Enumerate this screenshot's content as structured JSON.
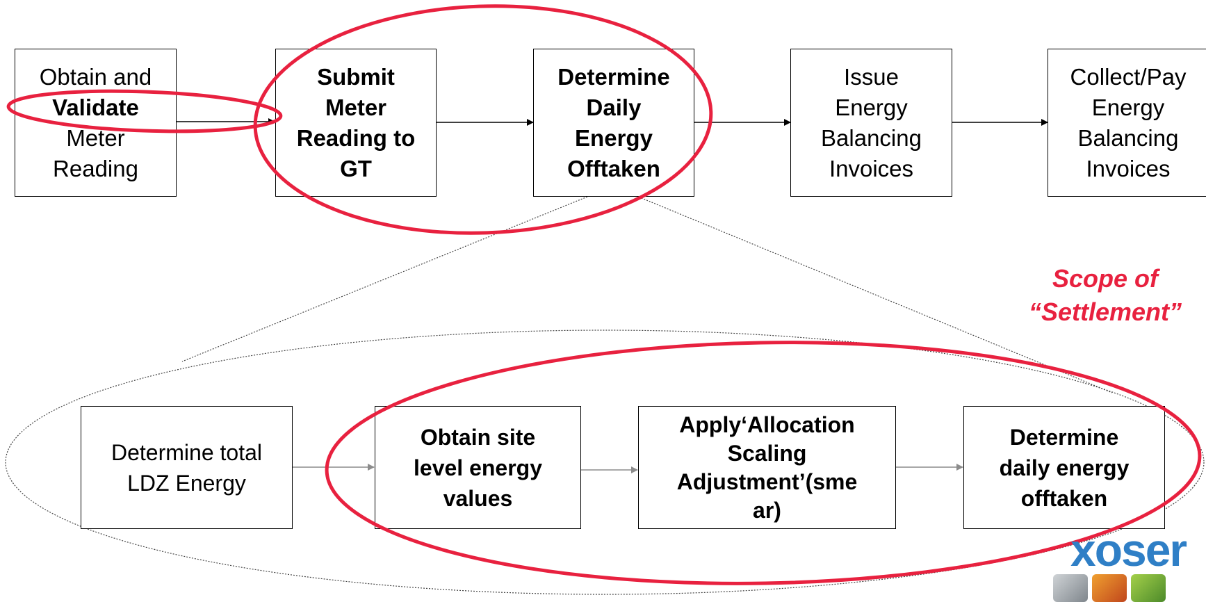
{
  "top_flow": {
    "steps": [
      {
        "lines": [
          {
            "text": "Obtain and",
            "bold": false
          },
          {
            "text": "Validate",
            "bold": true
          },
          {
            "text": "Meter",
            "bold": false
          },
          {
            "text": "Reading",
            "bold": false
          }
        ]
      },
      {
        "lines": [
          {
            "text": "Submit",
            "bold": true
          },
          {
            "text": "Meter",
            "bold": true
          },
          {
            "text": "Reading to",
            "bold": true
          },
          {
            "text": "GT",
            "bold": true
          }
        ]
      },
      {
        "lines": [
          {
            "text": "Determine",
            "bold": true
          },
          {
            "text": "Daily",
            "bold": true
          },
          {
            "text": "Energy",
            "bold": true
          },
          {
            "text": "Offtaken",
            "bold": true
          }
        ]
      },
      {
        "lines": [
          {
            "text": "Issue",
            "bold": false
          },
          {
            "text": "Energy",
            "bold": false
          },
          {
            "text": "Balancing",
            "bold": false
          },
          {
            "text": "Invoices",
            "bold": false
          }
        ]
      },
      {
        "lines": [
          {
            "text": "Collect/Pay",
            "bold": false
          },
          {
            "text": "Energy",
            "bold": false
          },
          {
            "text": "Balancing",
            "bold": false
          },
          {
            "text": "Invoices",
            "bold": false
          }
        ]
      }
    ]
  },
  "detail_flow": {
    "steps": [
      {
        "lines": [
          {
            "text": "Determine total",
            "bold": false
          },
          {
            "text": "LDZ Energy",
            "bold": false
          }
        ]
      },
      {
        "lines": [
          {
            "text": "Obtain site",
            "bold": true
          },
          {
            "text": "level energy",
            "bold": true
          },
          {
            "text": "values",
            "bold": true
          }
        ]
      },
      {
        "lines": [
          {
            "text": "Apply‘Allocation",
            "bold": true
          },
          {
            "text": "Scaling",
            "bold": true
          },
          {
            "text": "Adjustment’(sme",
            "bold": true
          },
          {
            "text": "ar)",
            "bold": true
          }
        ]
      },
      {
        "lines": [
          {
            "text": "Determine",
            "bold": true
          },
          {
            "text": "daily energy",
            "bold": true
          },
          {
            "text": "offtaken",
            "bold": true
          }
        ]
      }
    ]
  },
  "scope_label": {
    "line1": "Scope of",
    "line2": "“Settlement”"
  },
  "logo": {
    "text": "xoser"
  },
  "colors": {
    "highlight_red": "#e8213f",
    "logo_blue": "#2f7fc6",
    "arrow_gray": "#8c8c8c"
  }
}
